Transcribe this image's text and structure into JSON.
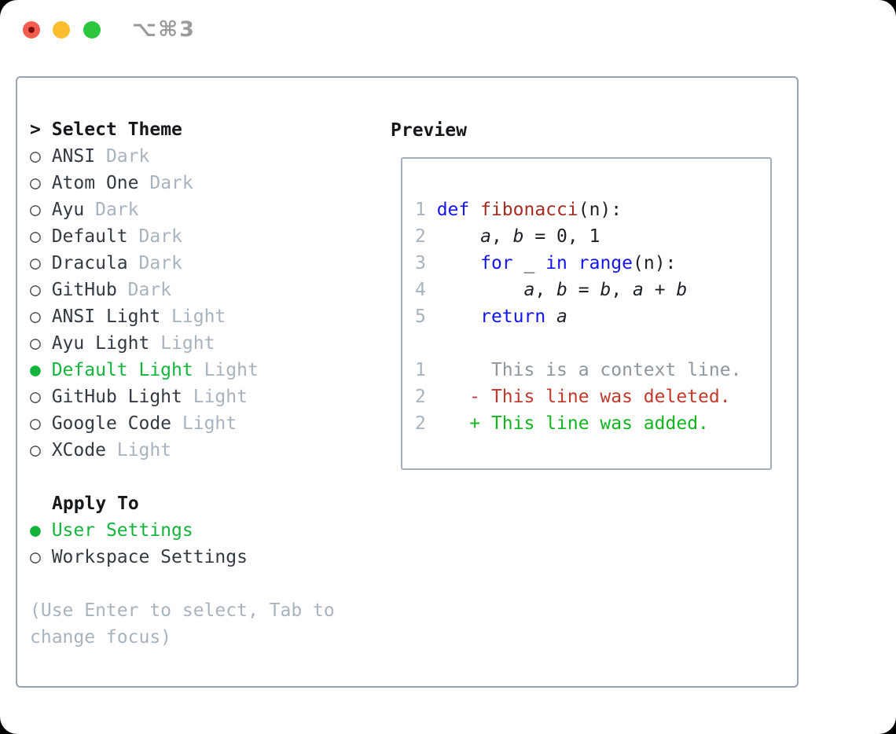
{
  "titlebar": {
    "shortcut": "⌥⌘3"
  },
  "colors": {
    "accent_green": "#14b43c",
    "added_green": "#12b520",
    "deleted_red": "#c0392b",
    "keyword_blue": "#1414f0",
    "function_red": "#a42c20",
    "dim_gray": "#a9b3be",
    "context_gray": "#8e969e",
    "text_dark": "#343a41",
    "code_text": "#1d2126",
    "panel_border": "#9aa3ae",
    "preview_border": "#a6aeb8"
  },
  "left": {
    "header": {
      "prefix": ">",
      "title": "Select Theme"
    },
    "themes": [
      {
        "name": "ANSI",
        "variant": "Dark",
        "selected": false
      },
      {
        "name": "Atom One",
        "variant": "Dark",
        "selected": false
      },
      {
        "name": "Ayu",
        "variant": "Dark",
        "selected": false
      },
      {
        "name": "Default",
        "variant": "Dark",
        "selected": false
      },
      {
        "name": "Dracula",
        "variant": "Dark",
        "selected": false
      },
      {
        "name": "GitHub",
        "variant": "Dark",
        "selected": false
      },
      {
        "name": "ANSI Light",
        "variant": "Light",
        "selected": false
      },
      {
        "name": "Ayu Light",
        "variant": "Light",
        "selected": false
      },
      {
        "name": "Default Light",
        "variant": "Light",
        "selected": true
      },
      {
        "name": "GitHub Light",
        "variant": "Light",
        "selected": false
      },
      {
        "name": "Google Code",
        "variant": "Light",
        "selected": false
      },
      {
        "name": "XCode",
        "variant": "Light",
        "selected": false
      }
    ],
    "apply_to": {
      "title": "Apply To",
      "options": [
        {
          "label": "User Settings",
          "selected": true
        },
        {
          "label": "Workspace Settings",
          "selected": false
        }
      ]
    },
    "hint_lines": [
      "(Use Enter to select, Tab to",
      "change focus)"
    ]
  },
  "preview": {
    "title": "Preview",
    "code_lines": [
      [
        {
          "t": "1 ",
          "c": "ln"
        },
        {
          "t": "def ",
          "c": "kw"
        },
        {
          "t": "fibonacci",
          "c": "fn"
        },
        {
          "t": "(n):",
          "c": "pl"
        }
      ],
      [
        {
          "t": "2 ",
          "c": "ln"
        },
        {
          "t": "    ",
          "c": "pl"
        },
        {
          "t": "a",
          "c": "va"
        },
        {
          "t": ", ",
          "c": "pl"
        },
        {
          "t": "b",
          "c": "va"
        },
        {
          "t": " = 0, 1",
          "c": "pl"
        }
      ],
      [
        {
          "t": "3 ",
          "c": "ln"
        },
        {
          "t": "    ",
          "c": "pl"
        },
        {
          "t": "for",
          "c": "kw"
        },
        {
          "t": " _ ",
          "c": "pl"
        },
        {
          "t": "in",
          "c": "kw"
        },
        {
          "t": " ",
          "c": "pl"
        },
        {
          "t": "range",
          "c": "kw"
        },
        {
          "t": "(n):",
          "c": "pl"
        }
      ],
      [
        {
          "t": "4 ",
          "c": "ln"
        },
        {
          "t": "        ",
          "c": "pl"
        },
        {
          "t": "a",
          "c": "va"
        },
        {
          "t": ", ",
          "c": "pl"
        },
        {
          "t": "b",
          "c": "va"
        },
        {
          "t": " = ",
          "c": "pl"
        },
        {
          "t": "b",
          "c": "va"
        },
        {
          "t": ", ",
          "c": "pl"
        },
        {
          "t": "a",
          "c": "va"
        },
        {
          "t": " + ",
          "c": "pl"
        },
        {
          "t": "b",
          "c": "va"
        }
      ],
      [
        {
          "t": "5 ",
          "c": "ln"
        },
        {
          "t": "    ",
          "c": "pl"
        },
        {
          "t": "return",
          "c": "kw"
        },
        {
          "t": " ",
          "c": "pl"
        },
        {
          "t": "a",
          "c": "va"
        }
      ]
    ],
    "blank_rows_after_code": 1,
    "diff_lines": [
      [
        {
          "t": "1",
          "c": "ln"
        },
        {
          "t": "      This is a context line.",
          "c": "ctx"
        }
      ],
      [
        {
          "t": "2",
          "c": "ln"
        },
        {
          "t": "    ",
          "c": "pl"
        },
        {
          "t": "- This line was deleted.",
          "c": "del"
        }
      ],
      [
        {
          "t": "2",
          "c": "ln"
        },
        {
          "t": "    ",
          "c": "pl"
        },
        {
          "t": "+ This line was added.",
          "c": "add"
        }
      ]
    ]
  }
}
